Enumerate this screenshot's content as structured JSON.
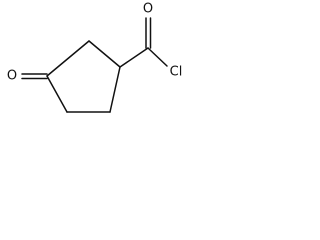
{
  "molecule": {
    "atoms": {
      "ketone_oxygen": "O",
      "acyl_oxygen": "O",
      "chlorine": "Cl"
    }
  }
}
